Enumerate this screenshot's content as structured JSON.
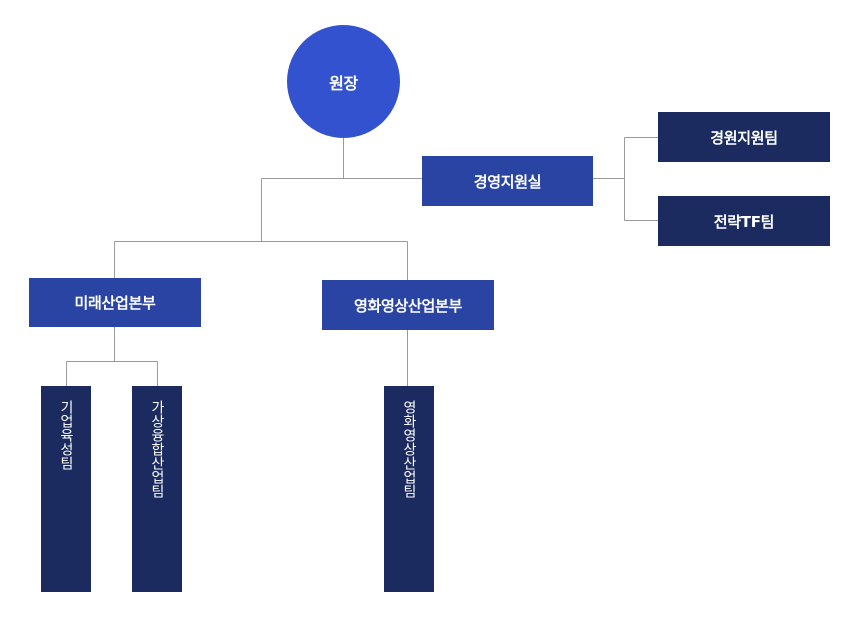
{
  "org": {
    "director": "원장",
    "management": "경영지원실",
    "management_support_team": "경원지원팀",
    "strategy_tf_team": "전략TF팀",
    "future_industry_division": "미래산업본부",
    "film_industry_division": "영화영상산업본부",
    "enterprise_team": "기업육성팀",
    "vr_team": "가상융합산업팀",
    "film_team": "영화영상산업팀"
  },
  "colors": {
    "circle": "#3352cf",
    "mid_box": "#2a44a4",
    "dark_box": "#1b2b60",
    "line": "#999999"
  }
}
